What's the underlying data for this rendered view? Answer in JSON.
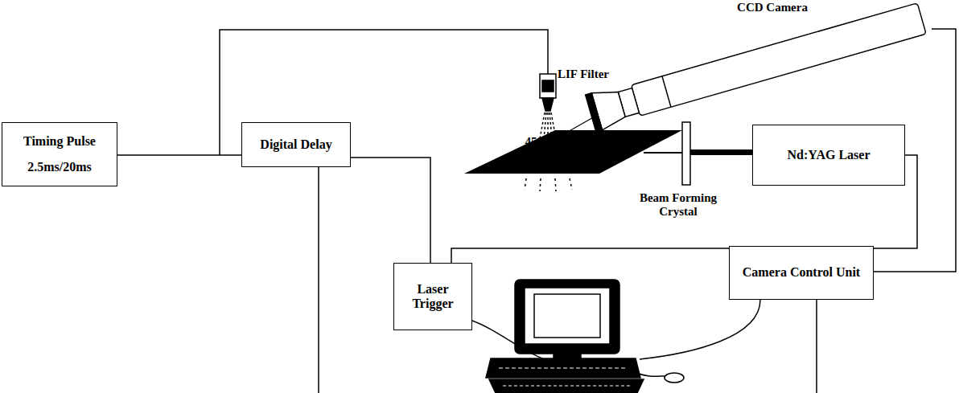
{
  "diagram": {
    "nodes": [
      {
        "text": [
          "Timing Pulse",
          "2.5ms/20ms"
        ]
      },
      {
        "text": [
          "Digital Delay"
        ]
      },
      {
        "text": [
          "Laser Trigger"
        ]
      },
      {
        "text": [
          "Nd:YAG Laser"
        ]
      },
      {
        "text": [
          "Camera Control Unit"
        ]
      }
    ],
    "edges": [
      {
        "from": 0,
        "to": 1,
        "arrow": "none"
      },
      {
        "from": 1,
        "to": 2,
        "arrow": "none"
      },
      {
        "from": 2,
        "to": 3,
        "arrow": "none"
      }
    ],
    "labels": [
      "CCD Camera",
      "LIF Filter",
      "45°",
      "Beam Forming Crystal"
    ]
  }
}
